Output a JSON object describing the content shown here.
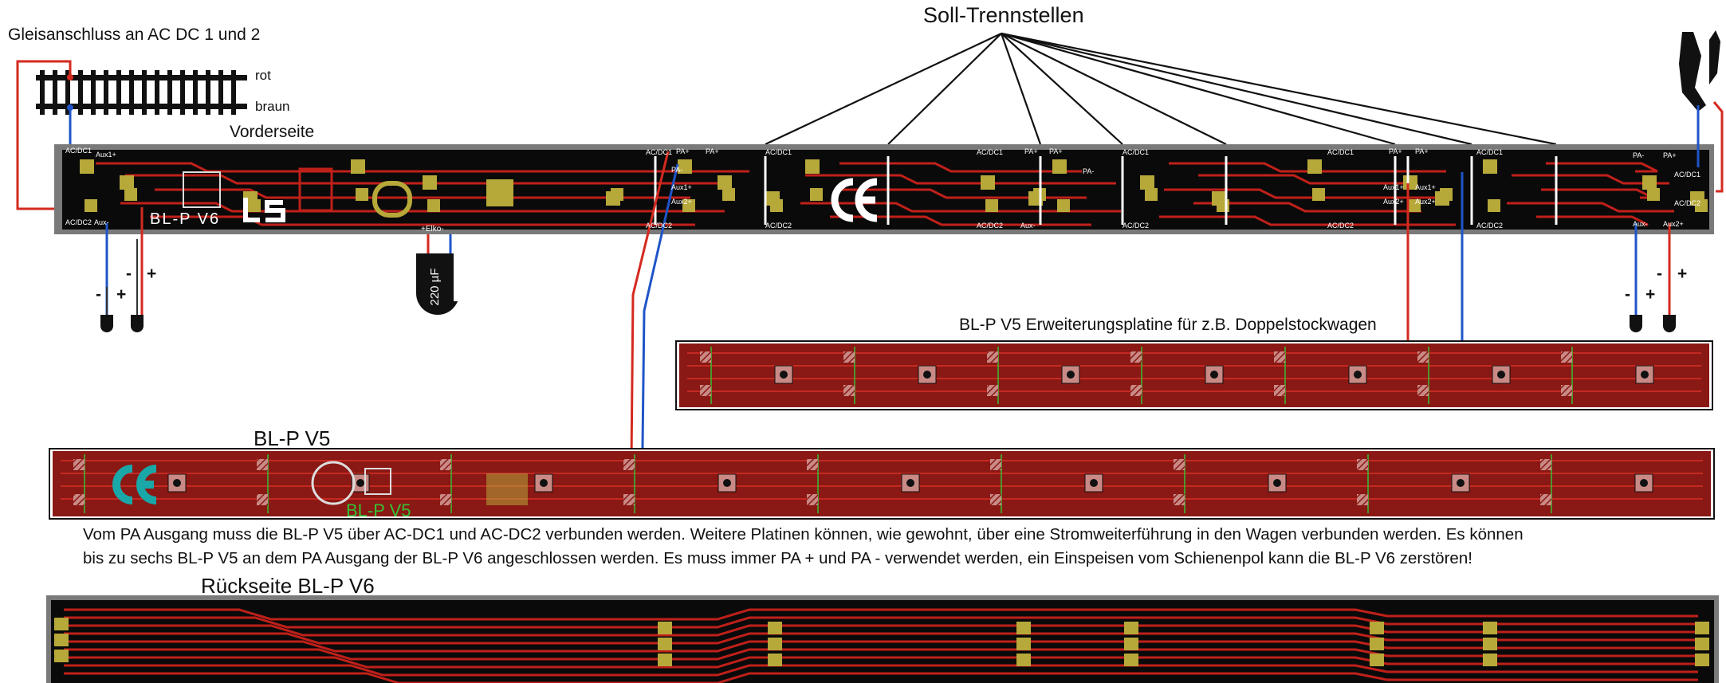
{
  "labels": {
    "gleis_title": "Gleisanschluss an AC DC 1 und 2",
    "rail_rot": "rot",
    "rail_braun": "braun",
    "soll_title": "Soll-Trennstellen",
    "vorderseite": "Vorderseite",
    "board_v6_name": "BL-P V6",
    "board_v5_name": "BL-P V5",
    "capacitor": "220 µF",
    "elko_label": "+Elko-",
    "erw_title": "BL-P V5 Erweiterungsplatine für z.B. Doppelstockwagen",
    "blpv5_title": "BL-P V5",
    "rueck_title": "Rückseite BL-P V6",
    "note_line1": "Vom PA Ausgang muss die BL-P V5 über AC-DC1 und AC-DC2 verbunden werden. Weitere Platinen können, wie gewohnt, über eine Stromweiterführung in den Wagen verbunden werden. Es können",
    "note_line2": "bis zu sechs BL-P V5 an dem PA Ausgang der BL-P V6 angeschlossen werden. Es muss immer PA + und PA - verwendet werden, ein Einspeisen vom Schienenpol kann die BL-P V6 zerstören!"
  },
  "pad_labels": {
    "acdc1": "AC/DC1",
    "acdc2": "AC/DC2",
    "aux1p": "Aux1+",
    "aux2m": "Aux-",
    "pa_plus": "PA+",
    "pa_minus": "PA-",
    "aux1": "Aux1+",
    "aux2": "Aux2+"
  },
  "polarity": {
    "minus": "-",
    "plus": "+"
  },
  "colors": {
    "pcb_black": "#0a0a0a",
    "pcb_gray": "#6b6b6b",
    "trace_red": "#c0201a",
    "pad_gold": "#b7a83a",
    "wire_red": "#d42a1f",
    "wire_blue": "#1f55c8",
    "ce_cyan": "#19a7a7",
    "silk_green": "#35c135",
    "v5_board": "#8a1814"
  }
}
